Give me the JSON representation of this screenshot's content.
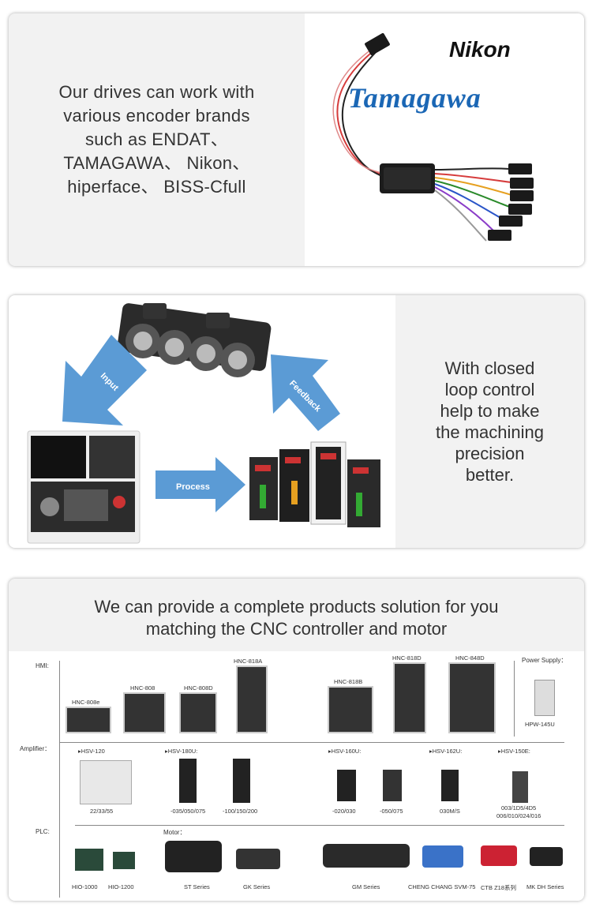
{
  "card1": {
    "text_lines": [
      "Our drives can work with",
      "various encoder brands",
      "such as ENDAT、",
      "TAMAGAWA、 Nikon、",
      "hiperface、  BISS-Cfull"
    ],
    "logo_nikon": "Nikon",
    "logo_tamagawa": "Tamagawa"
  },
  "card2": {
    "text_lines": [
      "With closed",
      "loop control",
      "help to make",
      "the machining",
      "precision",
      "better."
    ],
    "arrow_input": "Input",
    "arrow_process": "Process",
    "arrow_feedback": "Feedback"
  },
  "card3": {
    "title_lines": [
      "We can provide a complete products solution for you",
      "matching the CNC controller and motor"
    ],
    "rows": {
      "hmi": "HMI:",
      "amplifier": "Amplifier：",
      "plc": "PLC:",
      "motor": "Motor：",
      "power_supply": "Power Supply："
    },
    "hmi_models": [
      "HNC-808e",
      "HNC-808",
      "HNC-808D",
      "HNC-818A",
      "HNC-818B",
      "HNC-818D",
      "HNC-848D"
    ],
    "power_model": "HPW-145U",
    "amp_series": [
      "▸HSV-120",
      "▸HSV-180U:",
      "▸HSV-160U:",
      "▸HSV-162U:",
      "▸HSV-150E:"
    ],
    "amp_models": [
      "22/33/55",
      "-035/050/075",
      "-100/150/200",
      "-020/030",
      "-050/075",
      "030M/S",
      "003/1D5/4D5",
      "006/010/024/016"
    ],
    "plc_models": [
      "HIO-1000",
      "HIO-1200"
    ],
    "motor_models": [
      "ST Series",
      "GK Series",
      "GM Series",
      "CHENG CHANG SVM-75",
      "CTB Z18系列",
      "MK DH Series"
    ]
  },
  "colors": {
    "arrow_blue": "#5b9bd5",
    "tamagawa_blue": "#1b67b5",
    "card_bg": "#f2f2f2"
  }
}
